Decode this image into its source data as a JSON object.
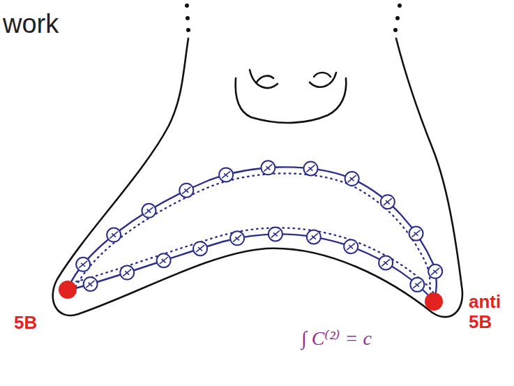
{
  "diagram": {
    "labels": [
      "work",
      "5B",
      "anti 5B",
      "∫ C⁽²⁾ = c"
    ]
  }
}
